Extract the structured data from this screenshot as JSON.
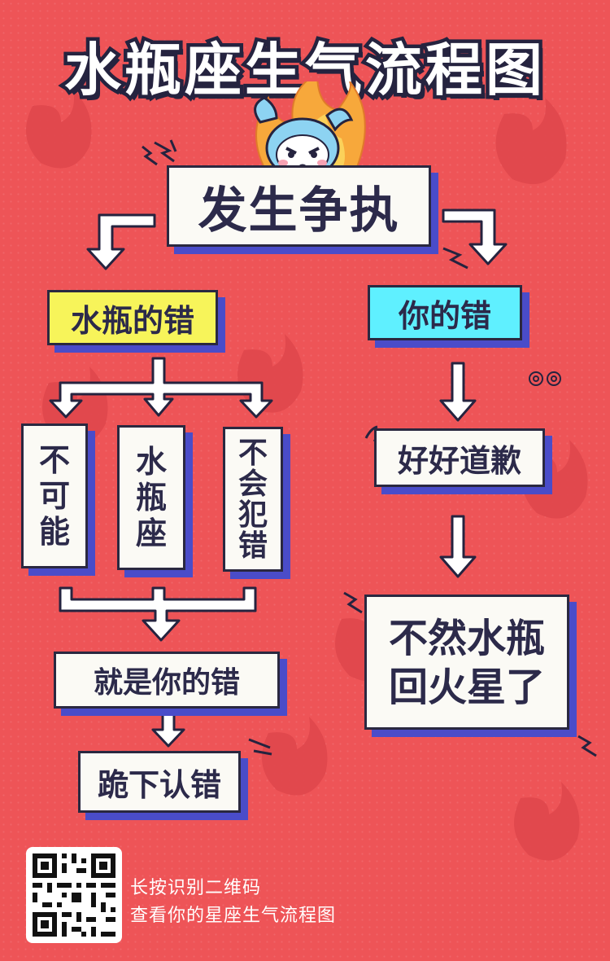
{
  "title": "水瓶座生气流程图",
  "nodes": {
    "start": "发生争执",
    "branch_left": "水瓶的错",
    "branch_right": "你的错",
    "reason_1": [
      "不",
      "可",
      "能"
    ],
    "reason_2": [
      "水",
      "瓶",
      "座"
    ],
    "reason_3": [
      "不",
      "会",
      "犯",
      "错"
    ],
    "conclusion": "就是你的错",
    "result_left": "跪下认错",
    "step_right": "好好道歉",
    "result_right_line1": "不然水瓶",
    "result_right_line2": "回火星了"
  },
  "footer": {
    "line1": "长按识别二维码",
    "line2": "查看你的星座生气流程图"
  },
  "colors": {
    "background": "#ee5457",
    "box_fill": "#fbfaf5",
    "box_shadow": "#4a4cc9",
    "outline": "#2a2840",
    "highlight_yellow": "#f7f45a",
    "highlight_cyan": "#5ff0ff",
    "flame": "#f7a83b"
  },
  "icons": [
    "aquarius-mascot-icon",
    "flame-icon",
    "qr-code-icon",
    "anger-mark-icon"
  ]
}
